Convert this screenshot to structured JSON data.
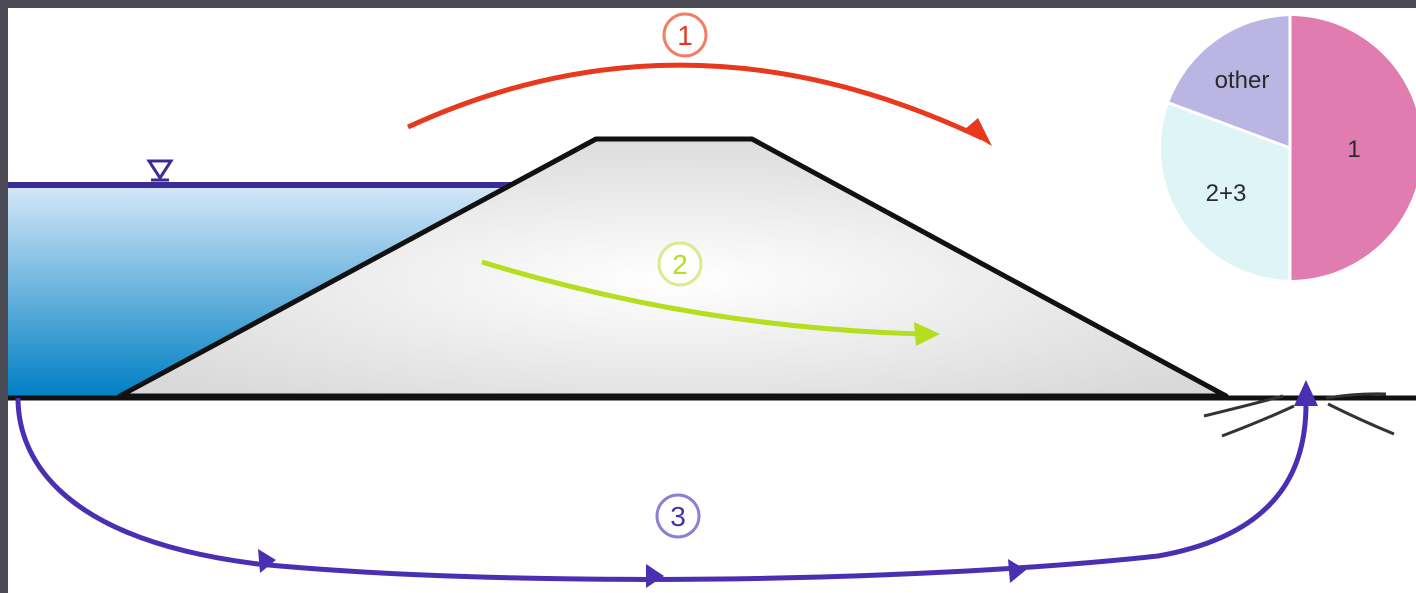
{
  "diagram": {
    "paths": [
      {
        "id": "1",
        "label": "1",
        "color": "#e8391f"
      },
      {
        "id": "2",
        "label": "2",
        "color": "#b6dd1e"
      },
      {
        "id": "3",
        "label": "3",
        "color": "#4a2fb3"
      }
    ],
    "pie": {
      "slices": [
        {
          "label": "1",
          "fraction": 0.5,
          "color": "#e07cb0"
        },
        {
          "label": "2+3",
          "fraction": 0.29,
          "color": "#dff4f6"
        },
        {
          "label": "other",
          "fraction": 0.21,
          "color": "#bab5e3"
        }
      ]
    },
    "colors": {
      "water_top": "#d6e8f8",
      "water_bottom": "#0080c4",
      "water_line": "#3c2d96",
      "dam_fill": "#e4e4e4",
      "dam_outline": "#111111",
      "background": "#ffffff",
      "frame": "#4a4a55"
    }
  }
}
